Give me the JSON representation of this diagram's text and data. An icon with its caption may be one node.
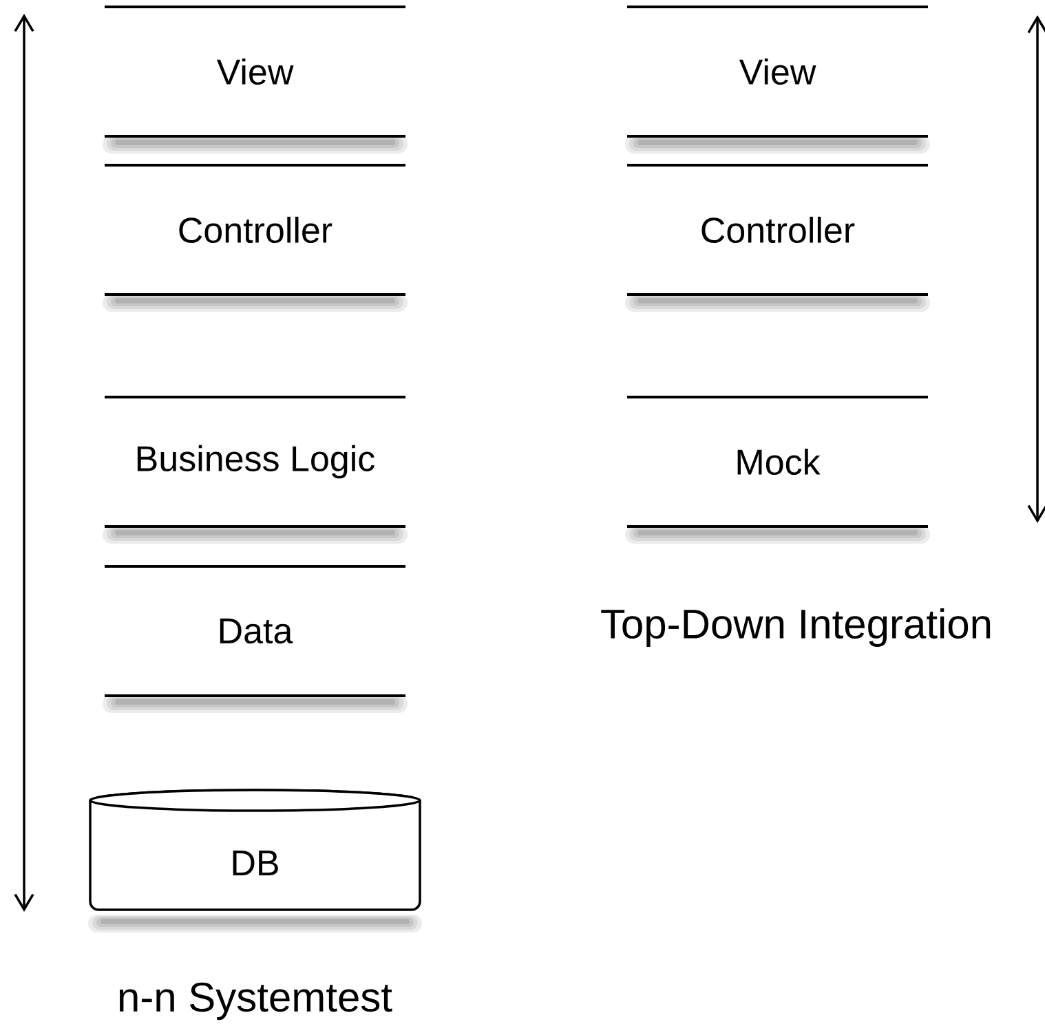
{
  "diagram": {
    "nodes": [
      {
        "text": [
          "View"
        ]
      },
      {
        "text": [
          "Controller"
        ]
      },
      {
        "text": [
          "Business Logic"
        ]
      },
      {
        "text": [
          "Data"
        ]
      },
      {
        "text": [
          "DB"
        ]
      },
      {
        "text": [
          "View"
        ]
      },
      {
        "text": [
          "Controller"
        ]
      },
      {
        "text": [
          "Mock"
        ]
      }
    ],
    "labels": [
      "n-n Systemtest",
      "Top-Down Integration"
    ]
  }
}
